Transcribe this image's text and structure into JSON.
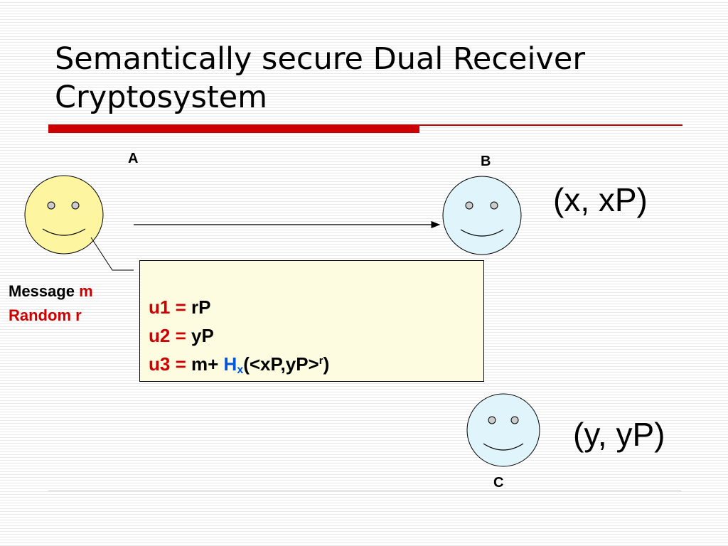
{
  "title": {
    "line1": "Semantically secure Dual Receiver",
    "line2": "Cryptosystem"
  },
  "colors": {
    "accent_red": "#cc0000",
    "face_sender": "#fdf5a0",
    "face_receiver": "#dff5fb",
    "box_fill": "#fdfce0",
    "hash_blue": "#0055dd"
  },
  "parties": {
    "a": {
      "label": "A"
    },
    "b": {
      "label": "B",
      "key": "(x, xP)"
    },
    "c": {
      "label": "C",
      "key": "(y, yP)"
    }
  },
  "sender_notes": {
    "message_prefix": "Message",
    "message_var": "m",
    "random_text": "Random r"
  },
  "ciphertext": {
    "u1": {
      "lhs": "u1 =",
      "rhs": "rP"
    },
    "u2": {
      "lhs": "u2 =",
      "rhs": "yP"
    },
    "u3": {
      "lhs": "u3 =",
      "rhs_start": "m+",
      "hash": "H",
      "hash_sub": "x",
      "hash_arg": "(<xP,yP>",
      "hash_exp": "r",
      "close": ")"
    }
  },
  "icons": {
    "sender": "smiley-face-icon",
    "receiver_b": "smiley-face-icon",
    "receiver_c": "smiley-face-icon",
    "arrow": "arrow-right-icon"
  }
}
